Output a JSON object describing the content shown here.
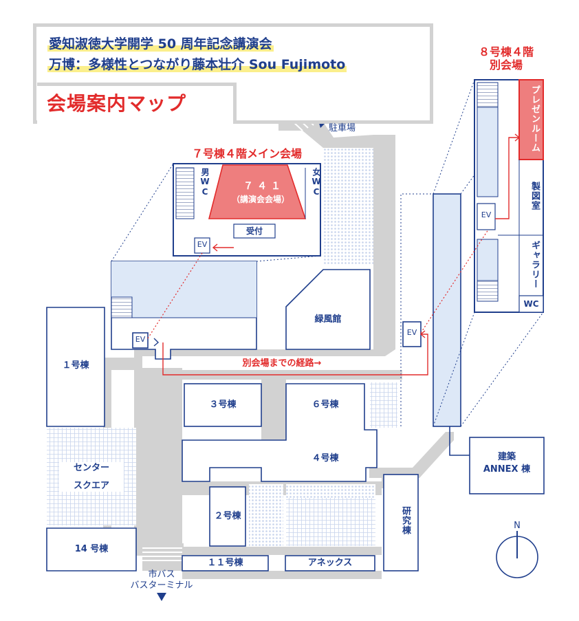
{
  "header": {
    "line1": "愛知淑徳大学開学 50 周年記念講演会",
    "line2": "万博：多様性とつながり藤本壮介 Sou Fujimoto",
    "map_title": "会場案内マップ"
  },
  "venue_main": {
    "title": "７号棟４階メイン会場",
    "room_number": "７４１",
    "room_name": "（講演会会場）",
    "reception": "受付",
    "wc_men": "男WC",
    "wc_women": "女WC",
    "ev": "EV"
  },
  "venue_annex": {
    "title_line1": "８号棟４階",
    "title_line2": "別会場",
    "presentation_room": "プレゼンルーム",
    "drafting_room": "製図室",
    "gallery": "ギャラリー",
    "wc": "WC",
    "ev": "EV"
  },
  "route_label": "別会場までの経路→",
  "buildings": {
    "b1": "１号棟",
    "b2": "２号棟",
    "b3": "３号棟",
    "b4": "４号棟",
    "b6": "６号棟",
    "b11": "１１号棟",
    "b14": "14 号棟",
    "ryokufu": "緑風館",
    "center_square_line1": "センター",
    "center_square_line2": "スクエア",
    "annex": "アネックス",
    "kenkyu": "研究棟",
    "kenchiku_line1": "建築",
    "kenchiku_line2": "ANNEX 棟",
    "ev7": "EV",
    "ev8": "EV"
  },
  "parking": "駐車場",
  "bus_line1": "市バス",
  "bus_line2": "バスターミナル",
  "compass": "N",
  "colors": {
    "navy": "#1f3e8c",
    "red": "#e22b2b",
    "light_blue": "#dde8f7",
    "road_gray": "#d2d2d2",
    "highlight_yellow": "#fbef8c"
  },
  "icons": [
    "north-arrow-icon",
    "parking-arrow-icon",
    "bus-arrow-icon",
    "route-arrow-icon"
  ]
}
